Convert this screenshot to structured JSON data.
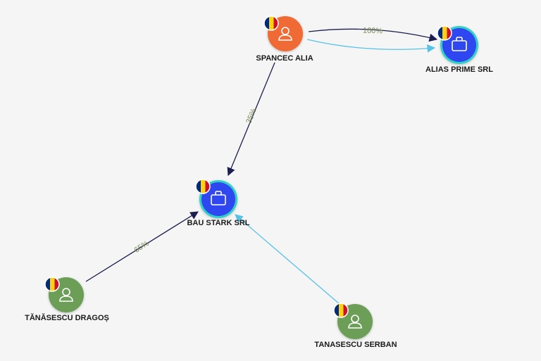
{
  "colors": {
    "person_orange": "#f06a35",
    "person_green": "#6c9e58",
    "company_blue": "#2f47f0",
    "company_ring": "#2fd0c8",
    "edge_dark": "#1b1e4f",
    "edge_light": "#56c2e6",
    "edge_label": "#7a8a55",
    "background": "#f5f5f5",
    "flag_blue": "#002b7f",
    "flag_yellow": "#fcd116",
    "flag_red": "#ce1126"
  },
  "nodes": [
    {
      "id": "spancec",
      "label": "SPANCEC ALIA",
      "kind": "person",
      "color": "person_orange",
      "icon": "person-icon",
      "flag": "romania-flag-icon"
    },
    {
      "id": "alias",
      "label": "ALIAS PRIME SRL",
      "kind": "company",
      "color": "company_blue",
      "icon": "briefcase-icon",
      "flag": "romania-flag-icon"
    },
    {
      "id": "bau",
      "label": "BAU STARK SRL",
      "kind": "company",
      "color": "company_blue",
      "icon": "briefcase-icon",
      "flag": "romania-flag-icon"
    },
    {
      "id": "dragos",
      "label": "TĂNĂSESCU DRAGOȘ",
      "kind": "person",
      "color": "person_green",
      "icon": "person-icon",
      "flag": "romania-flag-icon"
    },
    {
      "id": "serban",
      "label": "TANASESCU SERBAN",
      "kind": "person",
      "color": "person_green",
      "icon": "person-icon",
      "flag": "romania-flag-icon"
    }
  ],
  "edges": [
    {
      "from": "spancec",
      "to": "alias",
      "label": "100%",
      "style": "edge_dark",
      "arrow": true
    },
    {
      "from": "spancec",
      "to": "alias",
      "label": "",
      "style": "edge_light",
      "arrow": true
    },
    {
      "from": "spancec",
      "to": "bau",
      "label": "35%",
      "style": "edge_dark",
      "arrow": true
    },
    {
      "from": "dragos",
      "to": "bau",
      "label": "65%",
      "style": "edge_dark",
      "arrow": true
    },
    {
      "from": "serban",
      "to": "bau",
      "label": "",
      "style": "edge_light",
      "arrow": true
    }
  ]
}
